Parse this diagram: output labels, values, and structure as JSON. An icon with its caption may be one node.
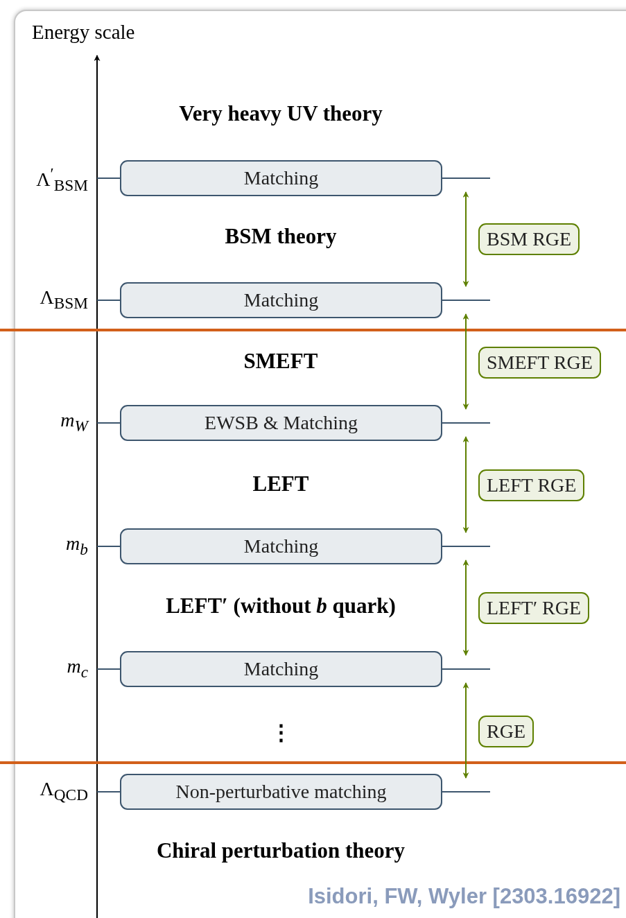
{
  "diagram": {
    "caption": "Isidori, FW, Wyler [2303.16922]",
    "nodes": [
      {
        "text": [
          "Matching"
        ],
        "beside": [
          "Λ$^{′}$$_{BSM}$"
        ]
      },
      {
        "text": [
          "BSM RGE"
        ]
      },
      {
        "text": [
          "Matching"
        ],
        "beside": [
          "Λ$_{BSM}$"
        ]
      },
      {
        "text": [
          "SMEFT RGE"
        ]
      },
      {
        "text": [
          "EWSB & Matching"
        ],
        "beside": [
          "*m*$_{W}$"
        ]
      },
      {
        "text": [
          "LEFT RGE"
        ]
      },
      {
        "text": [
          "Matching"
        ],
        "beside": [
          "*m*$_{b}$"
        ]
      },
      {
        "text": [
          "LEFT′ RGE"
        ]
      },
      {
        "text": [
          "Matching"
        ],
        "beside": [
          "*m*$_{c}$"
        ]
      },
      {
        "text": [
          "RGE"
        ]
      },
      {
        "text": [
          "Non-perturbative matching"
        ],
        "beside": [
          "Λ$_{QCD}$"
        ]
      }
    ],
    "edges": [
      {
        "from": 0,
        "to": 2,
        "arrow": "both"
      },
      {
        "from": 2,
        "to": 4,
        "arrow": "both"
      },
      {
        "from": 4,
        "to": 6,
        "arrow": "both"
      },
      {
        "from": 6,
        "to": 8,
        "arrow": "both"
      },
      {
        "from": 8,
        "to": 10,
        "arrow": "both"
      }
    ],
    "labels": [
      "Energy scale",
      "Very heavy UV theory",
      "BSM theory",
      "SMEFT",
      "LEFT",
      "LEFT′ (without *b* quark)",
      "⋮",
      "Chiral perturbation theory"
    ]
  }
}
